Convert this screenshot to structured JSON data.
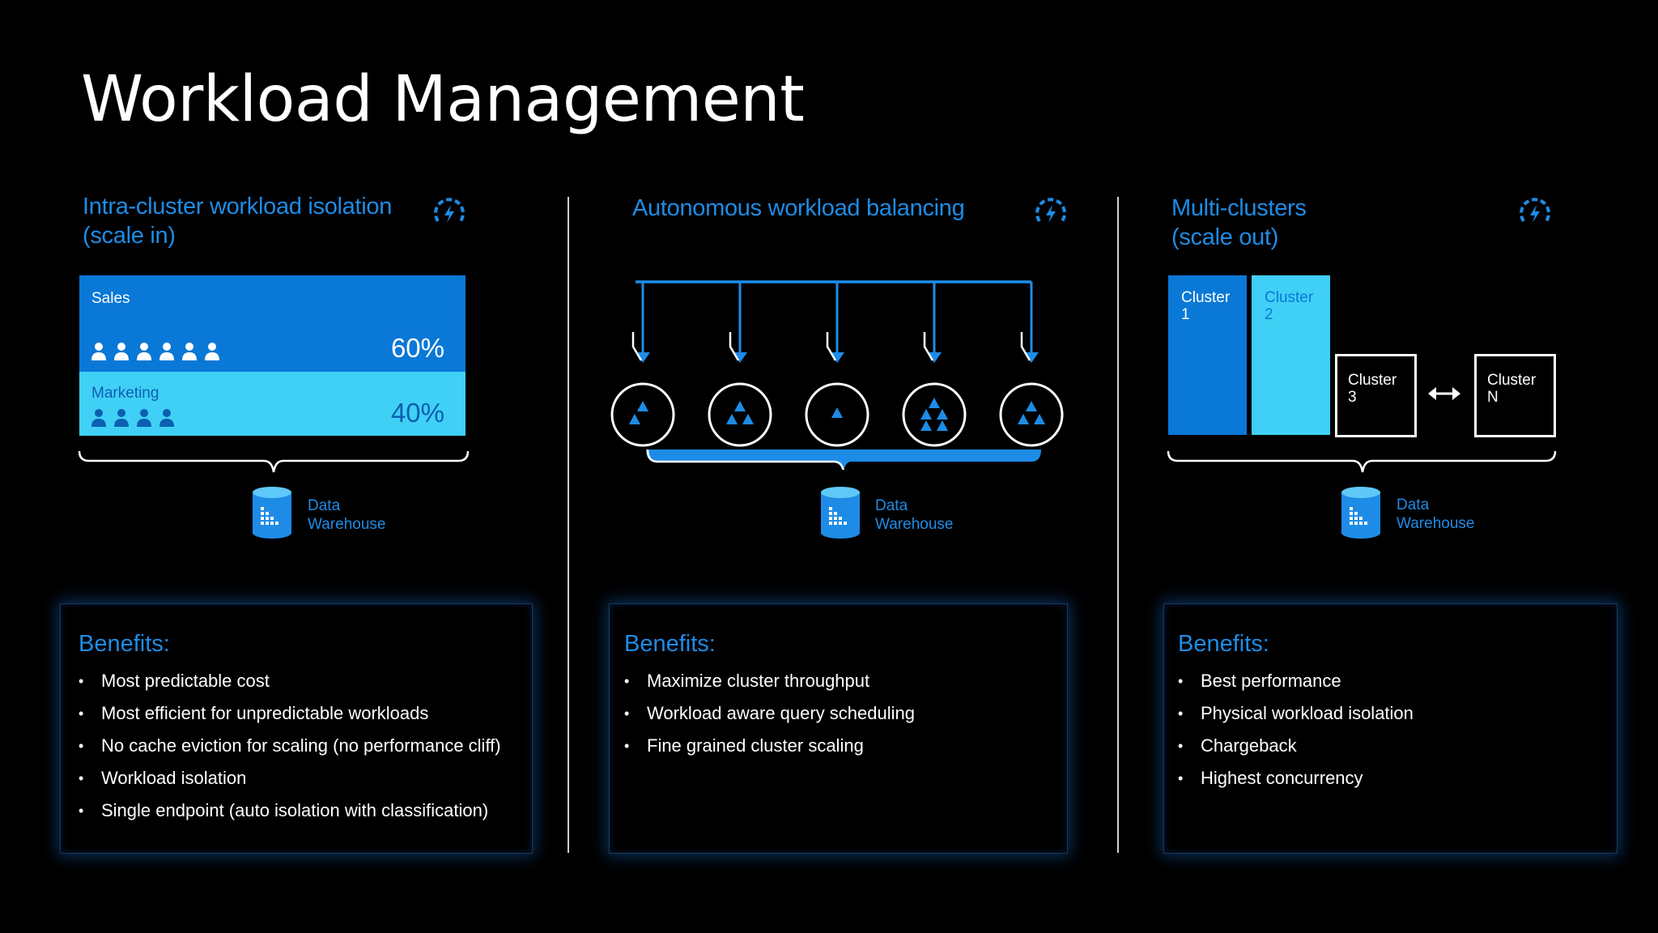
{
  "title": "Workload Management",
  "columns": [
    {
      "heading_line1": "Intra-cluster workload isolation",
      "heading_line2": "(scale in)",
      "diagram": {
        "sales_label": "Sales",
        "sales_pct": "60%",
        "marketing_label": "Marketing",
        "marketing_pct": "40%",
        "sales_people": 6,
        "marketing_people": 4,
        "sales_color": "#0a78d6",
        "marketing_color": "#40d0f6"
      },
      "dw_line1": "Data",
      "dw_line2": "Warehouse",
      "benefits_title": "Benefits:",
      "benefits": [
        "Most predictable cost",
        "Most efficient for unpredictable workloads",
        "No cache eviction for scaling (no performance cliff)",
        "Workload isolation",
        "Single endpoint (auto isolation with classification)"
      ]
    },
    {
      "heading_line1": "Autonomous workload balancing",
      "nodes": 5,
      "dw_line1": "Data",
      "dw_line2": "Warehouse",
      "benefits_title": "Benefits:",
      "benefits": [
        "Maximize cluster throughput",
        "Workload aware query scheduling",
        "Fine grained cluster scaling"
      ]
    },
    {
      "heading_line1": "Multi-clusters",
      "heading_line2": "(scale out)",
      "clusters": [
        {
          "label_line1": "Cluster",
          "label_line2": "1"
        },
        {
          "label_line1": "Cluster",
          "label_line2": "2"
        },
        {
          "label_line1": "Cluster",
          "label_line2": "3"
        },
        {
          "label_line1": "Cluster",
          "label_line2": "N"
        }
      ],
      "dw_line1": "Data",
      "dw_line2": "Warehouse",
      "benefits_title": "Benefits:",
      "benefits": [
        "Best performance",
        "Physical workload isolation",
        "Chargeback",
        "Highest concurrency"
      ]
    }
  ],
  "colors": {
    "accent": "#1e8ce6",
    "dark_blue": "#0a78d6",
    "light_blue": "#40d0f6",
    "background": "#000000"
  },
  "icons": [
    "gauge-icon",
    "person-icon",
    "database-icon",
    "double-arrow-icon",
    "triangle-node-icon",
    "down-arrow-icon"
  ]
}
